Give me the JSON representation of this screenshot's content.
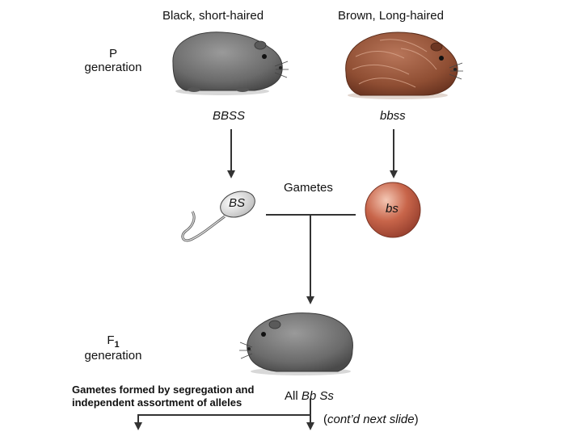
{
  "parents": {
    "black": {
      "label": "Black, short-haired",
      "genotype": "BBSS"
    },
    "brown": {
      "label": "Brown, Long-haired",
      "genotype": "bbss"
    }
  },
  "p_generation": {
    "line1": "P",
    "line2": "generation"
  },
  "gametes": {
    "label": "Gametes",
    "sperm": "BS",
    "egg": "bs"
  },
  "f1_generation": {
    "line1_main": "F",
    "line1_sub": "1",
    "line2": "generation"
  },
  "offspring": {
    "prefix": "All ",
    "genotype": "Bb Ss"
  },
  "footer": {
    "gametes_note_line1": "Gametes formed by segregation and",
    "gametes_note_line2": "independent assortment of alleles",
    "continued": "cont’d next slide"
  },
  "colors": {
    "black_pig": "#6b6b6b",
    "brown_pig": "#8f4e33",
    "egg": "#b85a41",
    "arrow": "#333333"
  }
}
